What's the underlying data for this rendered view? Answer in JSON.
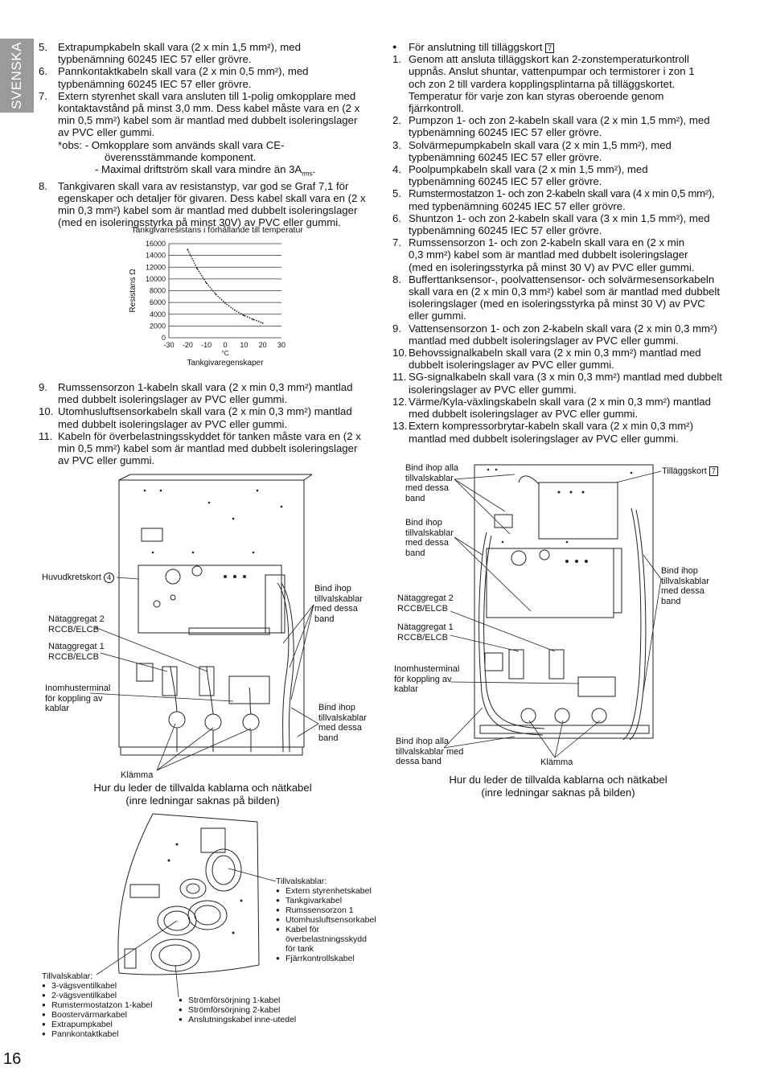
{
  "lang_tab": "SVENSKA",
  "page_number": "16",
  "left_items_top": [
    {
      "num": "5.",
      "lines": [
        "Extrapumpkabeln skall vara (2 x min 1,5 mm²), med",
        "typbenämning 60245 IEC 57 eller grövre."
      ]
    },
    {
      "num": "6.",
      "lines": [
        "Pannkontaktkabeln skall vara (2 x min 0,5 mm²), med",
        "typbenämning 60245 IEC 57 eller grövre."
      ]
    },
    {
      "num": "7.",
      "lines": [
        "Extern styrenhet skall vara ansluten till 1-polig omkopplare med",
        "kontaktavstånd på minst 3,0 mm. Dess kabel måste vara en (2 x",
        "min 0,5 mm²) kabel som är mantlad med dubbelt isoleringslager",
        "av PVC eller gummi."
      ]
    }
  ],
  "note7": {
    "prefix": "*obs:",
    "line1": "- Omkopplare som används skall vara CE-",
    "line2": "överensstämmande komponent.",
    "line3a": "- Maximal driftström skall vara mindre än 3A",
    "line3sub": "rms",
    "line3b": "."
  },
  "item8": {
    "num": "8.",
    "lines": [
      "Tankgivaren skall vara av resistanstyp, var god se Graf 7,1 för",
      "egenskaper och detaljer för givaren. Dess kabel skall vara en (2 x",
      "min 0,3 mm²) kabel som är mantlad med dubbelt isoleringslager",
      "(med en isoleringsstyrka på minst 30V) av PVC eller gummi."
    ]
  },
  "chart_data": {
    "type": "line",
    "title": "Tankgivarresistans i förhållande till temperatur",
    "xlabel": "Tankgivaregenskaper",
    "xunit": "°C",
    "ylabel": "Resistans Ω",
    "xlim": [
      -30,
      30
    ],
    "ylim": [
      0,
      16000
    ],
    "xticks": [
      -30,
      -20,
      -10,
      0,
      10,
      20,
      30
    ],
    "xtick_labels": [
      "-30",
      "-20",
      "-10",
      "0",
      "10",
      "20",
      "30"
    ],
    "yticks": [
      0,
      2000,
      4000,
      6000,
      8000,
      10000,
      12000,
      14000,
      16000
    ],
    "ytick_labels": [
      "0",
      "2000",
      "4000",
      "6000",
      "8000",
      "10000",
      "12000",
      "14000",
      "16000"
    ],
    "grid": "horizontal",
    "series": [
      {
        "style": "dotted",
        "x": [
          -20,
          -15,
          -10,
          -5,
          0,
          5,
          10,
          15,
          20
        ],
        "y": [
          15000,
          11800,
          9300,
          7400,
          5900,
          4700,
          3800,
          3100,
          2500
        ]
      }
    ]
  },
  "left_items_bottom": [
    {
      "num": "9.",
      "lines": [
        "Rumssensorzon 1-kabeln skall vara (2 x min 0,3 mm²) mantlad",
        "med dubbelt isoleringslager av PVC eller gummi."
      ]
    },
    {
      "num": "10.",
      "lines": [
        "Utomhusluftsensorkabeln skall vara (2 x min 0,3 mm²) mantlad",
        "med dubbelt isoleringslager av PVC eller gummi."
      ]
    },
    {
      "num": "11.",
      "lines": [
        "Kabeln för överbelastningsskyddet för tanken måste vara en (2 x",
        "min 0,5 mm²) kabel som är mantlad med dubbelt isoleringslager",
        "av PVC eller gummi."
      ]
    }
  ],
  "right_bullet": "För anslutning till tilläggskort",
  "right_bullet_ref": "7",
  "right_items": [
    {
      "num": "1.",
      "lines": [
        "Genom att ansluta tilläggskort kan 2-zonstemperaturkontroll",
        "uppnås. Anslut shuntar, vattenpumpar och termistorer i zon 1",
        "och zon 2 till vardera kopplingsplintarna på tilläggskortet.",
        "Temperatur för varje zon kan styras oberoende genom",
        "fjärrkontroll."
      ]
    },
    {
      "num": "2.",
      "lines": [
        "Pumpzon 1- och zon 2-kabeln skall vara (2 x min 1,5 mm²), med",
        "typbenämning 60245 IEC 57 eller grövre."
      ]
    },
    {
      "num": "3.",
      "lines": [
        "Solvärmepumpkabeln skall vara (2 x min 1,5 mm²), med",
        "typbenämning 60245 IEC 57 eller grövre."
      ]
    },
    {
      "num": "4.",
      "lines": [
        "Poolpumpkabeln skall vara (2 x min 1,5 mm²), med",
        "typbenämning 60245 IEC 57 eller grövre."
      ]
    },
    {
      "num": "5.",
      "lines": [
        "Rumstermostatzon 1- och zon 2-kabeln skall vara (4 x min 0,5 mm²),",
        "med typbenämning 60245 IEC 57 eller grövre."
      ]
    },
    {
      "num": "6.",
      "lines": [
        "Shuntzon 1- och zon 2-kabeln skall vara (3 x min 1,5 mm²), med",
        "typbenämning 60245 IEC 57 eller grövre."
      ]
    },
    {
      "num": "7.",
      "lines": [
        "Rumssensorzon 1- och zon 2-kabeln skall vara en (2 x min",
        "0,3 mm²) kabel som är mantlad med dubbelt isoleringslager",
        "(med en isoleringsstyrka på minst 30 V) av PVC eller gummi."
      ]
    },
    {
      "num": "8.",
      "lines": [
        "Bufferttanksensor-, poolvattensensor- och solvärmesensorkabeln",
        "skall vara en (2 x min 0,3 mm²) kabel som är mantlad med dubbelt",
        "isoleringslager (med en isoleringsstyrka på minst 30 V) av PVC",
        "eller gummi."
      ]
    },
    {
      "num": "9.",
      "lines": [
        "Vattensensorzon 1- och zon 2-kabeln skall vara (2 x min 0,3 mm²)",
        "mantlad med dubbelt isoleringslager av PVC eller gummi."
      ]
    },
    {
      "num": "10.",
      "lines": [
        "Behovssignalkabeln skall vara (2 x min 0,3 mm²) mantlad med",
        "dubbelt isoleringslager av PVC eller gummi."
      ]
    },
    {
      "num": "11.",
      "lines": [
        "SG-signalkabeln skall vara (3 x min 0,3 mm²) mantlad med dubbelt",
        "isoleringslager av PVC eller gummi."
      ]
    },
    {
      "num": "12.",
      "lines": [
        "Värme/Kyla-växlingskabeln skall vara (2 x min 0,3 mm²) mantlad",
        "med dubbelt isoleringslager av PVC eller gummi."
      ]
    },
    {
      "num": "13.",
      "lines": [
        "Extern kompressorbrytar-kabeln skall vara (2 x min 0,3 mm²)",
        "mantlad med dubbelt isoleringslager av PVC eller gummi."
      ]
    }
  ],
  "diagram_left": {
    "huvudkretskort": "Huvudkretskort",
    "huvudkretskort_ref": "4",
    "natagg2": [
      "Nätaggregat 2",
      "RCCB/ELCB"
    ],
    "natagg1": [
      "Nätaggregat 1",
      "RCCB/ELCB"
    ],
    "inomhus": [
      "Inomhusterminal",
      "för koppling av",
      "kablar"
    ],
    "bind1": [
      "Bind ihop",
      "tillvalskablar",
      "med dessa",
      "band"
    ],
    "bind2": [
      "Bind ihop",
      "tillvalskablar",
      "med dessa",
      "band"
    ],
    "klamma": "Klämma",
    "caption": [
      "Hur du leder de tillvalda kablarna och nätkabel",
      "(inre ledningar saknas på bilden)"
    ]
  },
  "diagram_right": {
    "bind_all_top": [
      "Bind ihop alla",
      "tillvalskablar",
      "med dessa",
      "band"
    ],
    "bind_top2": [
      "Bind ihop",
      "tillvalskablar",
      "med dessa",
      "band"
    ],
    "tillaggskort": "Tilläggskort",
    "tillaggskort_ref": "7",
    "bind_right": [
      "Bind ihop",
      "tillvalskablar",
      "med dessa",
      "band"
    ],
    "natagg2": [
      "Nätaggregat 2",
      "RCCB/ELCB"
    ],
    "natagg1": [
      "Nätaggregat 1",
      "RCCB/ELCB"
    ],
    "inomhus": [
      "Inomhusterminal",
      "för koppling av",
      "kablar"
    ],
    "bind_all_bottom": [
      "Bind ihop alla",
      "tillvalskablar med",
      "dessa band"
    ],
    "klamma": "Klämma",
    "caption": [
      "Hur du leder de tillvalda kablarna och nätkabel",
      "(inre ledningar saknas på bilden)"
    ]
  },
  "diagram_bottom": {
    "right_title": "Tillvalskablar:",
    "right_list": [
      "Extern styrenhetskabel",
      "Tankgivarkabel",
      "Rumssensorzon 1",
      "Utomhusluftsensorkabel",
      "Kabel för",
      "Fjärrkontrollskabel"
    ],
    "right_list_cont": [
      "överbelastningsskydd",
      "för tank"
    ],
    "left_title": "Tillvalskablar:",
    "left_list": [
      "3-vägsventilkabel",
      "2-vägsventilkabel",
      "Rumstermostatzon 1-kabel",
      "Boostervärmarkabel",
      "Extrapumpkabel",
      "Pannkontaktkabel"
    ],
    "mid_list": [
      "Strömförsörjning 1-kabel",
      "Strömförsörjning 2-kabel",
      "Anslutningskabel inne-utedel"
    ]
  }
}
